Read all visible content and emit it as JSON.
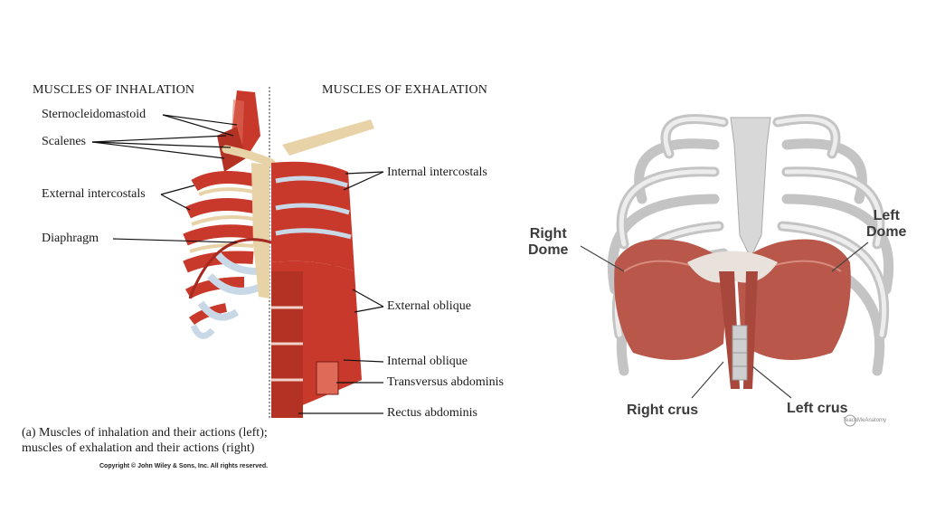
{
  "left_figure": {
    "heading_inhalation": "MUSCLES OF INHALATION",
    "heading_exhalation": "MUSCLES OF EXHALATION",
    "labels": {
      "sternocleidomastoid": "Sternocleidomastoid",
      "scalenes": "Scalenes",
      "external_intercostals": "External intercostals",
      "diaphragm": "Diaphragm",
      "internal_intercostals": "Internal intercostals",
      "external_oblique": "External oblique",
      "internal_oblique": "Internal oblique",
      "transversus_abdominis": "Transversus abdominis",
      "rectus_abdominis": "Rectus abdominis"
    },
    "caption_line1": "(a) Muscles of inhalation and their actions (left);",
    "caption_line2": "muscles of exhalation and their actions (right)",
    "copyright": "Copyright © John Wiley & Sons, Inc. All rights reserved."
  },
  "right_figure": {
    "labels": {
      "right_dome_line1": "Right",
      "right_dome_line2": "Dome",
      "left_dome_line1": "Left",
      "left_dome_line2": "Dome",
      "right_crus": "Right crus",
      "left_crus": "Left crus"
    },
    "watermark": "TeachMeAnatomy"
  },
  "colors": {
    "muscle": "#c8392b",
    "muscle_light": "#e06a58",
    "bone": "#e8d3a8",
    "cartilage": "#c9d8e6",
    "rib_gray": "#d6d6d6",
    "diaphragm": "#b8574a"
  }
}
